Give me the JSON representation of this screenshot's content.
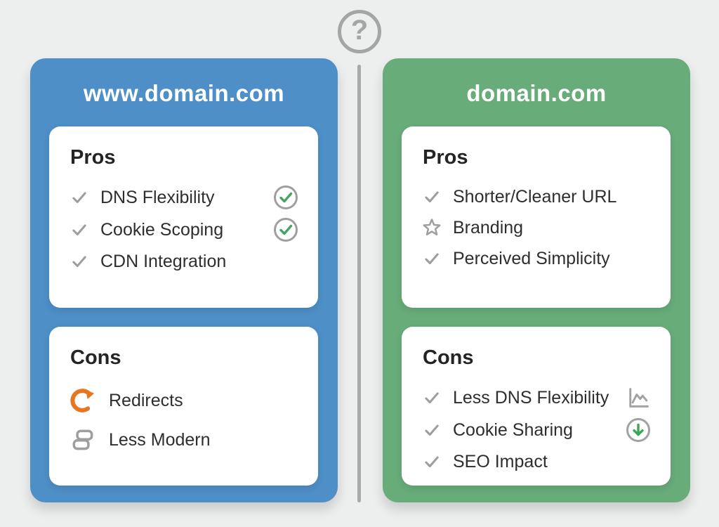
{
  "badge": {
    "question_glyph": "?"
  },
  "colors": {
    "background": "#edeeee",
    "left_accent": "#4e8fc7",
    "right_accent": "#68ac7a",
    "card": "#ffffff",
    "heading_text": "#242424",
    "item_text": "#2e2e2e",
    "muted_icon": "#9e9e9e",
    "green_check": "#45a45f",
    "orange_arrow": "#e8751f",
    "divider": "#a9a9a9"
  },
  "left_panel": {
    "title": "www.domain.com",
    "pros": {
      "heading": "Pros",
      "items": [
        {
          "label": "DNS Flexibility"
        },
        {
          "label": "Cookie Scoping"
        },
        {
          "label": "CDN Integration"
        }
      ]
    },
    "cons": {
      "heading": "Cons",
      "items": [
        {
          "label": "Redirects"
        },
        {
          "label": "Less Modern"
        }
      ]
    }
  },
  "right_panel": {
    "title": "domain.com",
    "pros": {
      "heading": "Pros",
      "items": [
        {
          "label": "Shorter/Cleaner URL"
        },
        {
          "label": "Branding"
        },
        {
          "label": "Perceived Simplicity"
        }
      ]
    },
    "cons": {
      "heading": "Cons",
      "items": [
        {
          "label": "Less DNS Flexibility"
        },
        {
          "label": "Cookie Sharing"
        },
        {
          "label": "SEO Impact"
        }
      ]
    }
  }
}
